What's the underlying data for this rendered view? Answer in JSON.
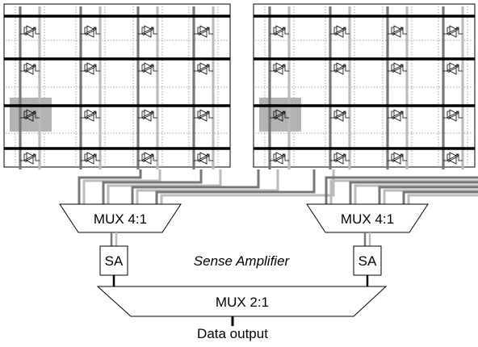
{
  "diagram": {
    "arrays": [
      {
        "name": "left",
        "mux_label": "MUX 4:1",
        "sa_label": "SA"
      },
      {
        "name": "right",
        "mux_label": "MUX 4:1",
        "sa_label": "SA"
      }
    ],
    "grid": {
      "rows": 4,
      "cols": 4,
      "highlighted_row": 3,
      "highlighted_col": 1
    },
    "sense_amplifier_label": "Sense Amplifier",
    "mux2_label": "MUX 2:1",
    "output_label": "Data output",
    "colors": {
      "wordline": "#000000",
      "bitline_dark": "#777777",
      "bitline_light": "#bbbbbb",
      "highlight": "#b3b3b3",
      "cell_stroke": "#000000",
      "dotted_grid": "#888888"
    }
  }
}
